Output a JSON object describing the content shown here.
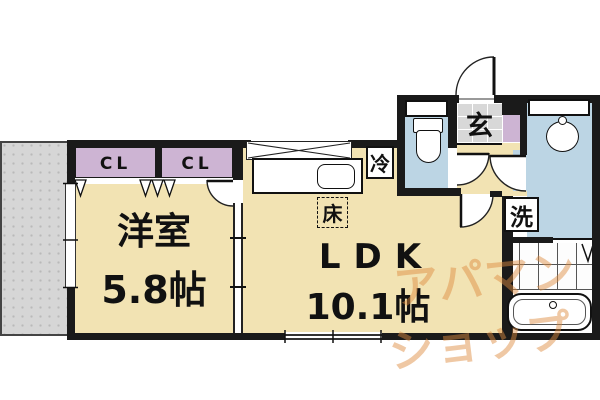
{
  "floorplan": {
    "type": "apartment-1LDK",
    "labels": {
      "closet1": "CL",
      "closet2": "CL",
      "western_room_name": "洋室",
      "western_room_size": "5.8帖",
      "ldk_name": "LDK",
      "ldk_size": "10.1帖",
      "floor_marker": "床",
      "refrigerator": "冷",
      "entrance": "玄",
      "washer": "洗"
    },
    "watermark": {
      "line1": "アパマン",
      "line2": "ショップ",
      "color": "#de8c40"
    },
    "colors": {
      "room_cream": "#f2e3b3",
      "closet_purple": "#cdb4d3",
      "water_blue": "#bcd5e4",
      "balcony_gray": "#d6d6d6",
      "entrance_tile_gray": "#d8d8d8",
      "wall_black": "#1a1a1a"
    }
  }
}
